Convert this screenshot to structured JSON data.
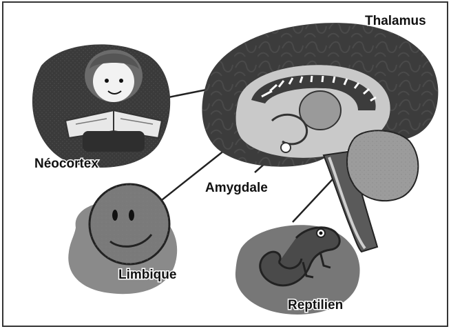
{
  "labels": {
    "thalamus": "Thalamus",
    "neocortex": "Néocortex",
    "amygdale": "Amygdale",
    "limbique": "Limbique",
    "reptilien": "Reptilien"
  },
  "colors": {
    "neocortex": "#3a3a3a",
    "limbic": "#8e8e8e",
    "inner": "#c9c9c9",
    "brainstem": "#5a5a5a",
    "cerebellum": "#9c9c9c",
    "lines": "#222222"
  }
}
